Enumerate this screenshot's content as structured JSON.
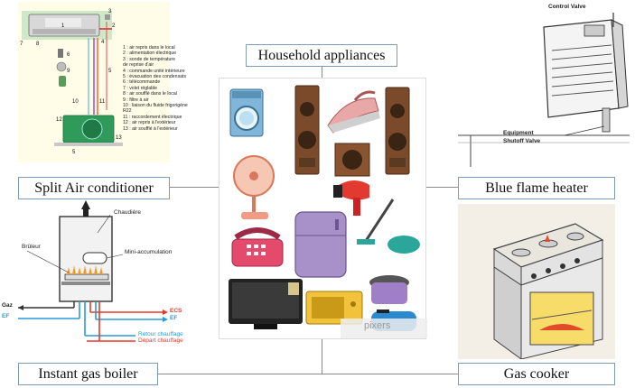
{
  "center": {
    "title": "Household appliances",
    "watermark": "pixers"
  },
  "labels": {
    "split_ac": "Split Air conditioner",
    "blue_flame": "Blue flame heater",
    "gas_boiler": "Instant gas boiler",
    "gas_cooker": "Gas cooker"
  },
  "split_ac_diagram": {
    "numbers": [
      "1",
      "2",
      "3",
      "4",
      "5",
      "6",
      "7",
      "8",
      "9",
      "10",
      "11",
      "12",
      "13",
      "5"
    ],
    "legend": [
      "1 : air repris dans le local",
      "2 : alimentation électrique",
      "3 : sonde de température",
      "      de reprise d'air",
      "4 : commande unité intérieure",
      "5 : évacuation des condensats",
      "6 : télécommande",
      "7 : volet réglable",
      "8 : air soufflé dans le local",
      "9 : filtre à air",
      "10 : liaison du fluide frigorigène",
      "      R22",
      "11 : raccordement électrique",
      "12 : air repris à l'extérieur",
      "13 : air soufflé à l'extérieur"
    ]
  },
  "heater_diagram": {
    "control_valve": "Control Valve",
    "shutoff_line1": "Equipment",
    "shutoff_line2": "Shutoff Valve"
  },
  "boiler_diagram": {
    "chaudiere": "Chaudière",
    "mini_accumulation": "Mini-accumulation",
    "bruleur": "Brûleur",
    "gaz": "Gaz",
    "ef_left": "EF",
    "ecs": "ECS",
    "ef_right": "EF",
    "retour": "Retour chauffage",
    "depart": "Départ chauffage"
  },
  "colors": {
    "border": "#7f9bb5",
    "connector": "#8a8a8a",
    "hot": "#e03c2c",
    "cold": "#2a9ad8"
  }
}
